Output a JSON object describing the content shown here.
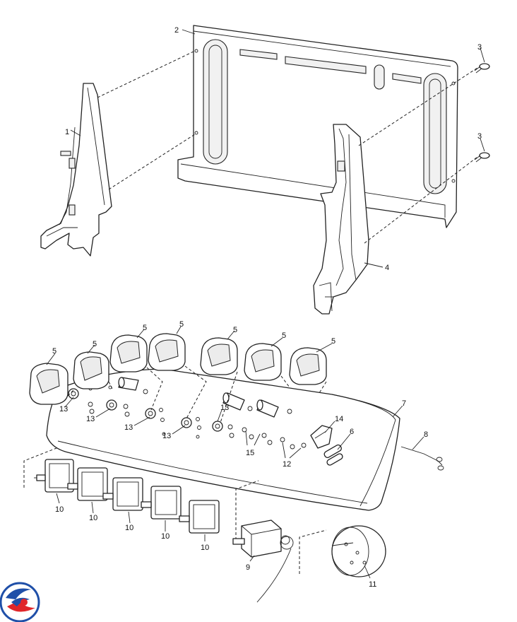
{
  "callouts": {
    "c1": "1",
    "c2": "2",
    "c3a": "3",
    "c3b": "3",
    "c4": "4",
    "c5a": "5",
    "c5b": "5",
    "c5c": "5",
    "c5d": "5",
    "c5e": "5",
    "c5f": "5",
    "c5g": "5",
    "c6": "6",
    "c7": "7",
    "c8": "8",
    "c9": "9",
    "c10a": "10",
    "c10b": "10",
    "c10c": "10",
    "c10d": "10",
    "c10e": "10",
    "c11": "11",
    "c12": "12",
    "c13a": "13",
    "c13b": "13",
    "c13c": "13",
    "c13d": "13",
    "c13e": "13",
    "c14": "14",
    "c15": "15"
  },
  "colors": {
    "logo_blue": "#1f4fa8",
    "logo_red": "#e0262a"
  },
  "logo": {
    "icon": "brand-swirl-logo"
  }
}
